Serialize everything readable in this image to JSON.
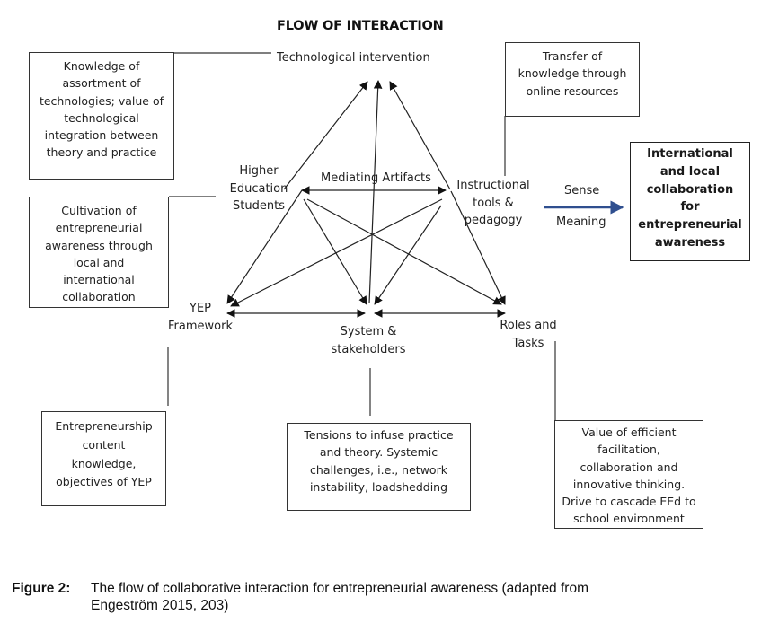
{
  "title": "FLOW OF INTERACTION",
  "nodes": {
    "technological_intervention": "Technological intervention",
    "higher_education_students": "Higher\nEducation\nStudents",
    "mediating_artifacts": "Mediating Artifacts",
    "instructional_tools": "Instructional\ntools &\npedagogy",
    "yep_framework": "YEP\nFramework",
    "system_stakeholders": "System &\nstakeholders",
    "roles_tasks": "Roles and\nTasks"
  },
  "boxes": {
    "tech_knowledge": "Knowledge of\nassortment of\ntechnologies; value of\ntechnological\nintegration between\ntheory and practice",
    "cultivation": "Cultivation of\nentrepreneurial\nawareness through\nlocal and\ninternational\ncollaboration",
    "transfer": "Transfer of\nknowledge through\nonline resources",
    "entrepreneurship_content": "Entrepreneurship\ncontent\nknowledge,\nobjectives of YEP",
    "tensions": "Tensions to infuse practice\nand theory. Systemic\nchallenges, i.e., network\ninstability, loadshedding",
    "value_facilitation": "Value of efficient\nfacilitation,\ncollaboration and\ninnovative thinking.\nDrive to cascade EEd to\nschool environment"
  },
  "outcome_arrow": {
    "label_top": "Sense",
    "label_bottom": "Meaning",
    "color": "#2f4f8f"
  },
  "outcome": "International\nand local\ncollaboration\nfor\nentrepreneurial\nawareness",
  "caption": {
    "figure_label": "Figure 2:",
    "line1": "The flow of collaborative interaction for entrepreneurial awareness (adapted from",
    "line2": "Engeström 2015, 203)"
  },
  "edges": [
    {
      "from": "higher_education_students",
      "to": "technological_intervention"
    },
    {
      "from": "system_stakeholders",
      "to": "technological_intervention"
    },
    {
      "from": "instructional_tools",
      "to": "technological_intervention"
    },
    {
      "from": "higher_education_students",
      "to": "instructional_tools",
      "bidirectional": true
    },
    {
      "from": "higher_education_students",
      "to": "yep_framework"
    },
    {
      "from": "higher_education_students",
      "to": "system_stakeholders"
    },
    {
      "from": "higher_education_students",
      "to": "roles_tasks"
    },
    {
      "from": "instructional_tools",
      "to": "yep_framework"
    },
    {
      "from": "instructional_tools",
      "to": "system_stakeholders"
    },
    {
      "from": "instructional_tools",
      "to": "roles_tasks"
    },
    {
      "from": "yep_framework",
      "to": "system_stakeholders",
      "bidirectional": true
    },
    {
      "from": "system_stakeholders",
      "to": "roles_tasks",
      "bidirectional": true
    }
  ]
}
